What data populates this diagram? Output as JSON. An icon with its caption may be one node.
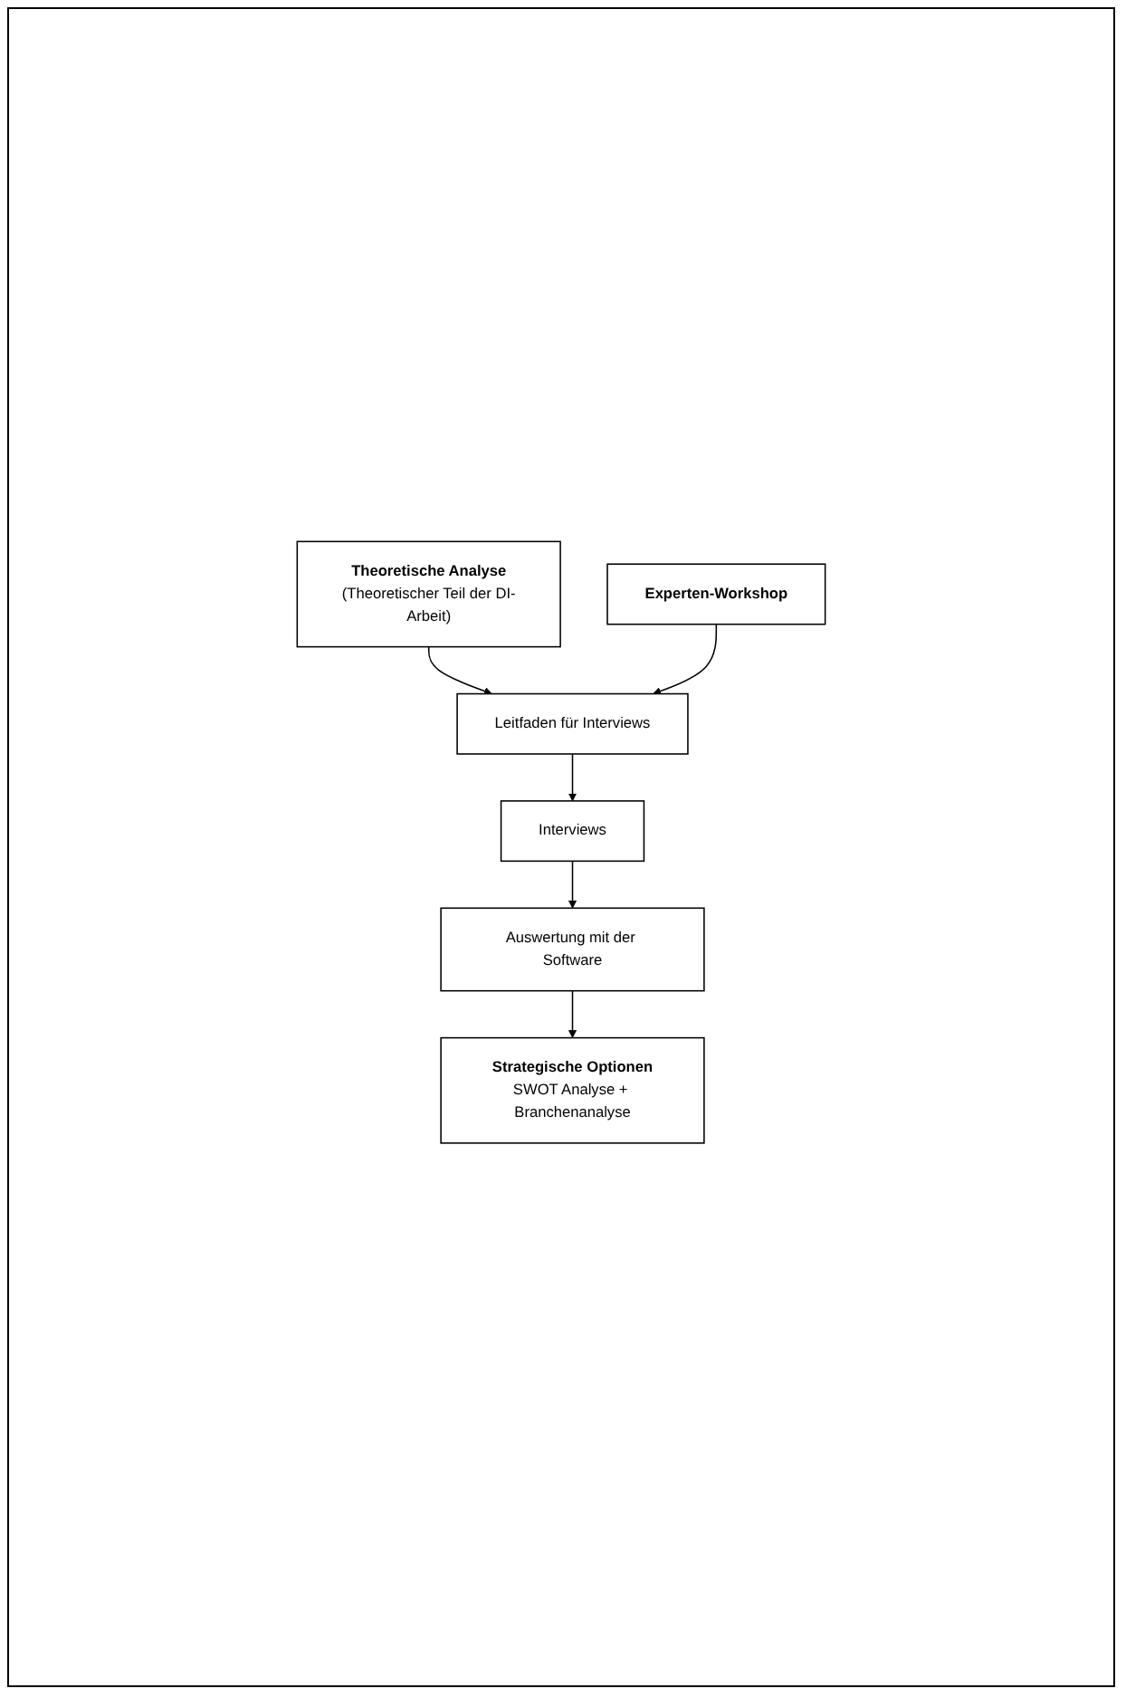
{
  "diagram": {
    "nodes": [
      {
        "text": [
          "Theoretische Analyse",
          "(Theoretischer Teil der DI-Arbeit)"
        ]
      },
      {
        "text": [
          "Experten-Workshop"
        ]
      },
      {
        "text": [
          "Leitfaden für Interviews"
        ]
      },
      {
        "text": [
          "Interviews"
        ]
      },
      {
        "text": [
          "Auswertung mit der Software"
        ]
      },
      {
        "text": [
          "Strategische Optionen",
          "SWOT Analyse + Branchenanalyse"
        ]
      }
    ],
    "edges": [
      {
        "from": 0,
        "to": 2,
        "arrow": "to"
      },
      {
        "from": 1,
        "to": 2,
        "arrow": "to"
      },
      {
        "from": 2,
        "to": 3,
        "arrow": "to"
      },
      {
        "from": 3,
        "to": 4,
        "arrow": "to"
      },
      {
        "from": 4,
        "to": 5,
        "arrow": "to"
      }
    ]
  }
}
